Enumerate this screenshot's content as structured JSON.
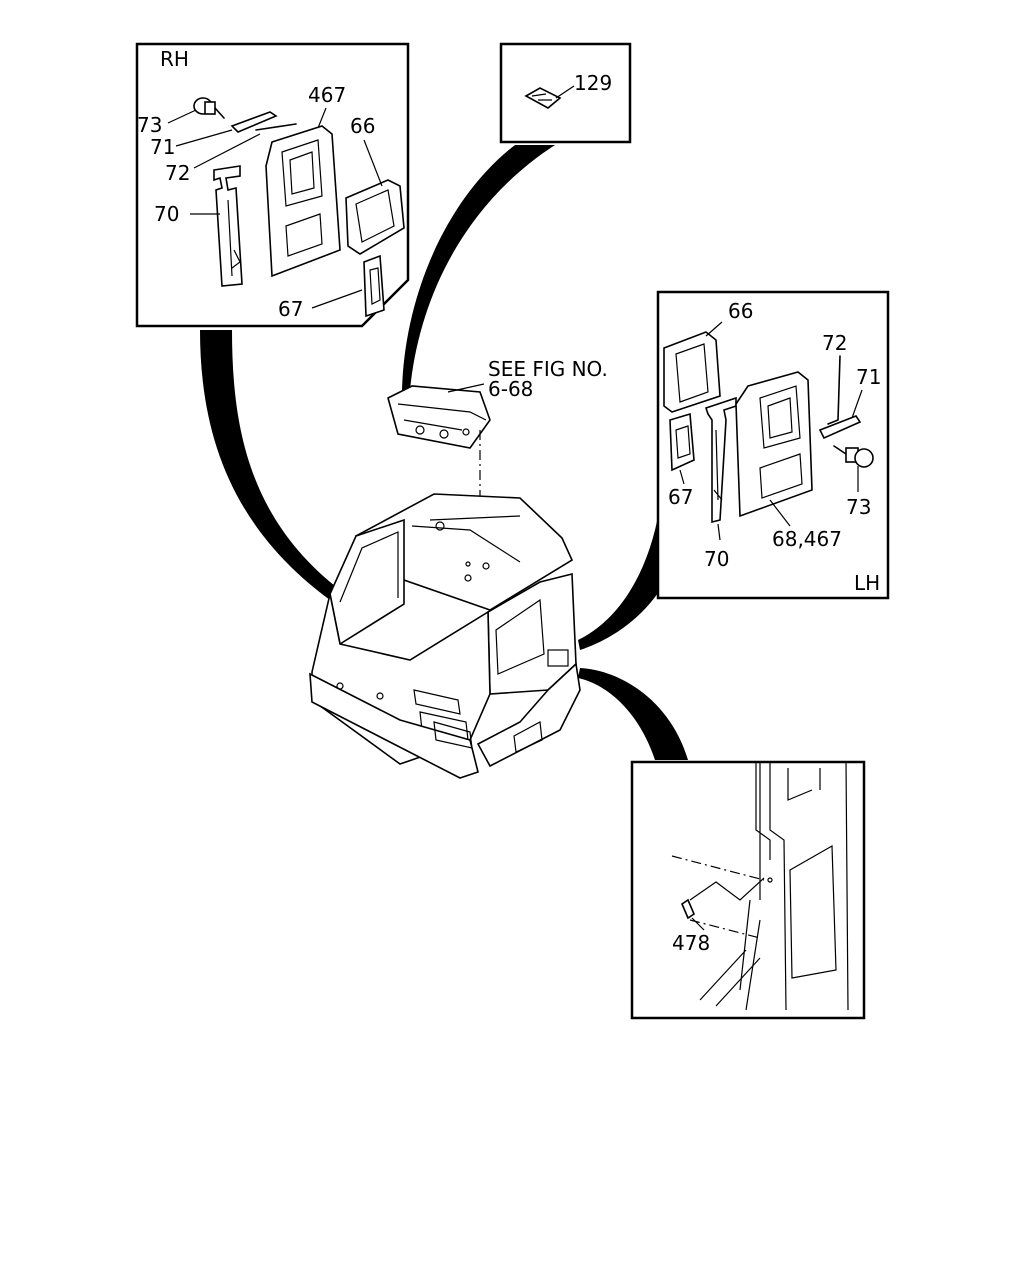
{
  "rh_panel": {
    "title": "RH",
    "labels": {
      "p73": "73",
      "p71": "71",
      "p72": "72",
      "p70": "70",
      "p467": "467",
      "p66": "66",
      "p67": "67"
    }
  },
  "top_panel": {
    "labels": {
      "p129": "129"
    }
  },
  "center": {
    "see_fig_line1": "SEE FIG NO.",
    "see_fig_line2": "6-68"
  },
  "lh_panel": {
    "title": "LH",
    "labels": {
      "p66": "66",
      "p72": "72",
      "p71": "71",
      "p67": "67",
      "p73": "73",
      "p70": "70",
      "p68_467": "68,467"
    }
  },
  "detail_panel": {
    "labels": {
      "p478": "478"
    }
  }
}
